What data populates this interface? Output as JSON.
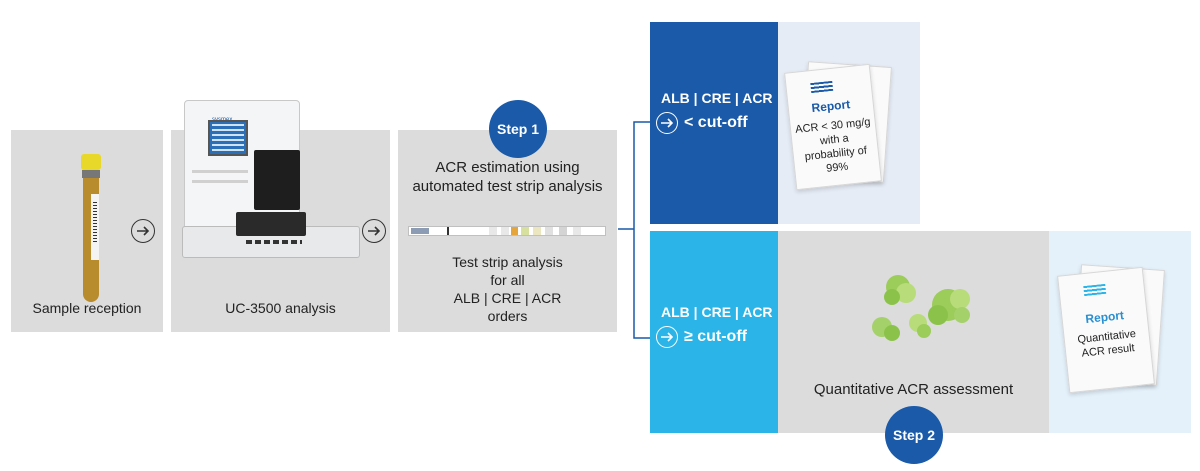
{
  "sample": {
    "label": "Sample reception"
  },
  "analyzer": {
    "label": "UC-3500 analysis",
    "brand": "sysmex"
  },
  "step1": {
    "badge": "Step 1",
    "title_line1": "ACR estimation using",
    "title_line2": "automated test strip analysis",
    "desc_line1": "Test strip analysis",
    "desc_line2": "for all",
    "desc_line3": "ALB | CRE | ACR",
    "desc_line4": "orders"
  },
  "low_branch": {
    "params": "ALB | CRE | ACR",
    "condition": "< cut-off",
    "report_title": "Report",
    "report_line1": "ACR < 30 mg/g",
    "report_line2": "with a",
    "report_line3": "probability of",
    "report_line4": "99%"
  },
  "high_branch": {
    "params": "ALB | CRE | ACR",
    "condition": "≥ cut-off",
    "assessment": "Quantitative ACR assessment",
    "report_title": "Report",
    "report_line1": "Quantitative",
    "report_line2": "ACR result"
  },
  "step2": {
    "badge": "Step 2"
  },
  "colors": {
    "dark_blue": "#1a5aa8",
    "light_blue": "#2bb4e8",
    "gray": "#dcdcdc",
    "pale_blue": "#e6ecf6"
  }
}
